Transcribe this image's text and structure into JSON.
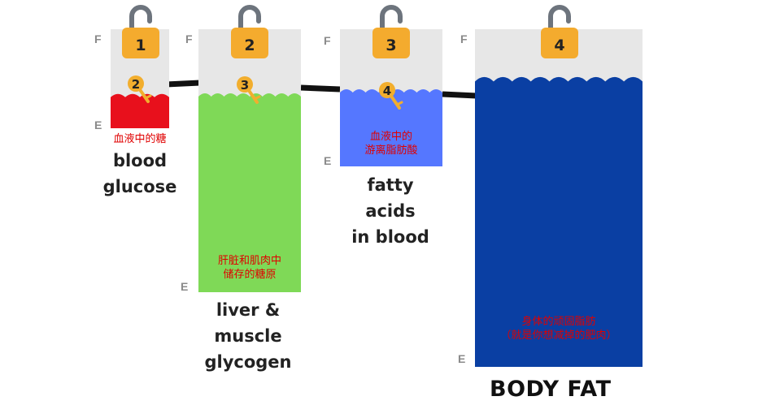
{
  "colors": {
    "tank_bg": "#e7e7e7",
    "lock_body": "#f4ab2e",
    "lock_shackle": "#6d747d",
    "key": "#f2ae2e",
    "connector": "#111111",
    "blood_glucose": "#e8101c",
    "glycogen": "#7fd957",
    "fatty_acids": "#5577ff",
    "body_fat": "#0a3fa3",
    "label_cn": "#e00000"
  },
  "full_label": "F",
  "empty_label": "E",
  "tanks": [
    {
      "id": "blood-glucose",
      "lock_number": "1",
      "key_number": "2",
      "fill_level": 0.33,
      "label_cn": [
        "血液中的糖"
      ],
      "label_en": [
        "blood",
        "glucose"
      ]
    },
    {
      "id": "glycogen",
      "lock_number": "2",
      "key_number": "3",
      "fill_level": 0.75,
      "label_cn": [
        "肝脏和肌肉中",
        "储存的糖原"
      ],
      "label_en": [
        "liver &",
        "muscle",
        "glycogen"
      ]
    },
    {
      "id": "fatty-acids",
      "lock_number": "3",
      "key_number": "4",
      "fill_level": 0.55,
      "label_cn": [
        "血液中的",
        "游离脂肪酸"
      ],
      "label_en": [
        "fatty",
        "acids",
        "in blood"
      ]
    },
    {
      "id": "body-fat",
      "lock_number": "4",
      "key_number": "",
      "fill_level": 0.85,
      "label_cn": [
        "身体的顽固脂肪",
        "（就是你想减掉的肥肉）"
      ],
      "label_en": [
        "BODY FAT"
      ]
    }
  ]
}
